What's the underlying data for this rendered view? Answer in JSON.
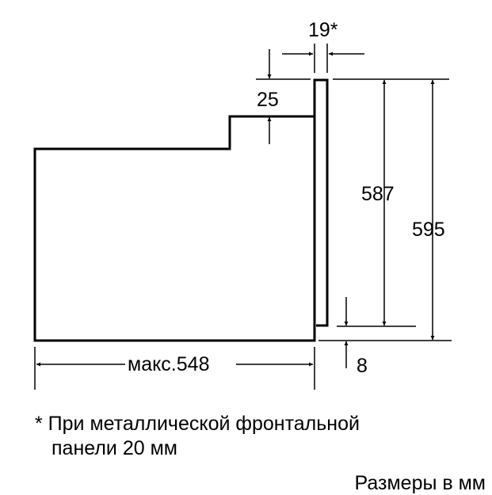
{
  "dimensions": {
    "panel_thickness": "19*",
    "step_height": "25",
    "inner_height": "587",
    "total_height": "595",
    "depth": "макс.548",
    "bottom_offset": "8"
  },
  "footnote": {
    "line1": "* При металлической фронтальной",
    "line2": "панели 20 мм"
  },
  "units_note": "Размеры в мм"
}
